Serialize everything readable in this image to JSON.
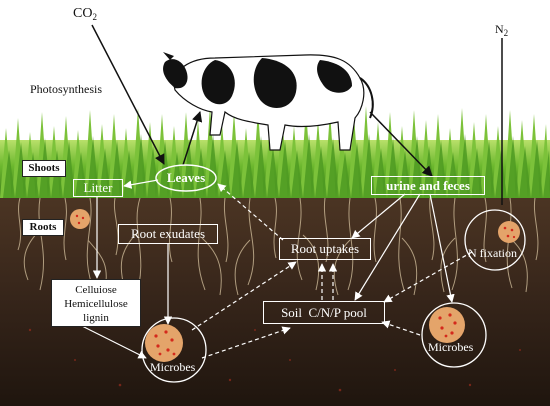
{
  "labels": {
    "co2_main": "CO",
    "co2_sub": "2",
    "n2_main": "N",
    "n2_sub": "2",
    "photosynthesis": "Photosynthesis",
    "shoots": "Shoots",
    "roots": "Roots",
    "litter": "Litter",
    "leaves": "Leaves",
    "urine_feces": "urine and feces",
    "root_exudates": "Root exudates",
    "root_uptakes": "Root uptakes",
    "n_fixation": "N fixation",
    "celluiose": "Celluiose",
    "hemicellulose": "Hemicellulose",
    "lignin": "lignin",
    "soil_pool": "Soil  C/N/P pool",
    "microbes_left": "Microbes",
    "microbes_right": "Microbes"
  },
  "colors": {
    "grass": "#5fae2a",
    "grass_light": "#a6d85a",
    "soil_top": "#4a3422",
    "soil_bottom": "#231710",
    "root": "#d9c8a6",
    "microbe_fill": "#e4a46a",
    "microbe_dot": "#d4291c"
  }
}
